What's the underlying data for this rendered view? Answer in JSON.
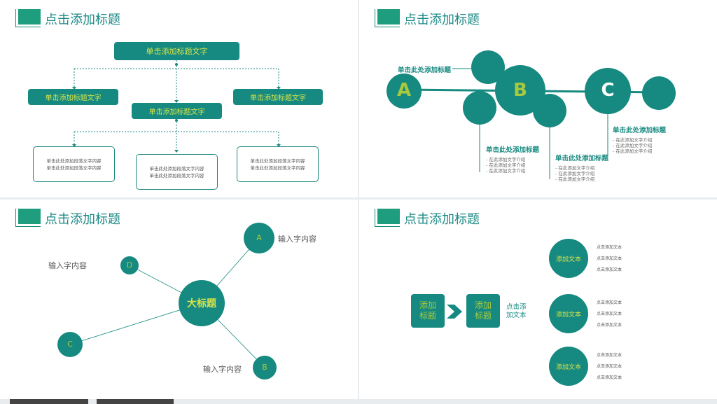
{
  "header_title": "点击添加标题",
  "panel1": {
    "top": "单击添加标题文字",
    "mid_left": "单击添加标题文字",
    "mid_center": "单击添加标题文字",
    "mid_right": "单击添加标题文字",
    "box_line": "单击此处添加段落文字内容"
  },
  "panel2": {
    "letters": [
      "A",
      "B",
      "C"
    ],
    "head_label": "单击此处添加标题",
    "blocks": [
      {
        "title": "单击此处添加标题",
        "items": [
          "- 在此添加文字介绍",
          "- 在此添加文字介绍",
          "- 在此添加文字介绍"
        ]
      },
      {
        "title": "单击此处添加标题",
        "items": [
          "- 在此添加文字介绍",
          "- 在此添加文字介绍",
          "- 在此添加文字介绍"
        ]
      },
      {
        "title": "单击此处添加标题",
        "items": [
          "- 在此添加文字介绍",
          "- 在此添加文字介绍",
          "- 在此添加文字介绍"
        ]
      }
    ]
  },
  "panel3": {
    "center": "大标题",
    "nodes": [
      "A",
      "B",
      "C",
      "D"
    ],
    "input_text": "输入字内容"
  },
  "panel4": {
    "box1": [
      "添加",
      "标题"
    ],
    "box2": [
      "添加",
      "标题"
    ],
    "side": [
      "点击添",
      "加文本"
    ],
    "circle": "添加文本",
    "small": "点击添加文本"
  },
  "colors": {
    "teal": "#168a80",
    "green_accent": "#1f9e7f",
    "yellow": "#d8e44a",
    "lime": "#a8c93e"
  }
}
